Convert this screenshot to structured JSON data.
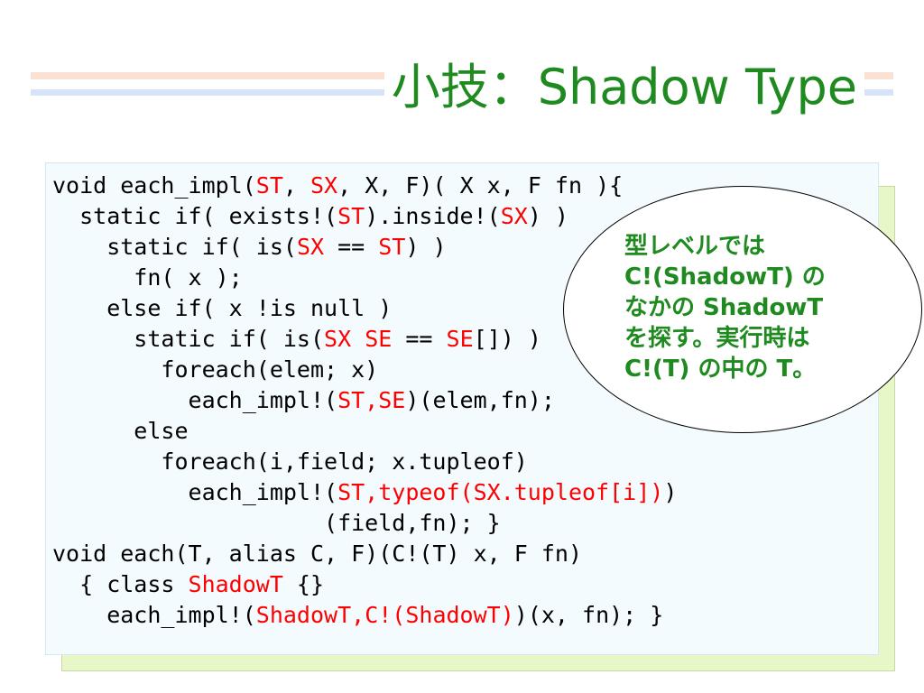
{
  "slide": {
    "title": "小技：Shadow Type",
    "code_lines": [
      [
        {
          "t": "void each_impl("
        },
        {
          "t": "ST",
          "hl": true
        },
        {
          "t": ", "
        },
        {
          "t": "SX",
          "hl": true
        },
        {
          "t": ", X, F)( X x, F fn ){"
        }
      ],
      [
        {
          "t": "  static if( exists!("
        },
        {
          "t": "ST",
          "hl": true
        },
        {
          "t": ").inside!("
        },
        {
          "t": "SX",
          "hl": true
        },
        {
          "t": ") )"
        }
      ],
      [
        {
          "t": "    static if( is("
        },
        {
          "t": "SX",
          "hl": true
        },
        {
          "t": " == "
        },
        {
          "t": "ST",
          "hl": true
        },
        {
          "t": ") )"
        }
      ],
      [
        {
          "t": "      fn( x );"
        }
      ],
      [
        {
          "t": "    else if( x !is null )"
        }
      ],
      [
        {
          "t": "      static if( is("
        },
        {
          "t": "SX",
          "hl": true
        },
        {
          "t": " "
        },
        {
          "t": "SE",
          "hl": true
        },
        {
          "t": " == "
        },
        {
          "t": "SE",
          "hl": true
        },
        {
          "t": "[]) )"
        }
      ],
      [
        {
          "t": "        foreach(elem; x)"
        }
      ],
      [
        {
          "t": "          each_impl!("
        },
        {
          "t": "ST,SE",
          "hl": true
        },
        {
          "t": ")(elem,fn);"
        }
      ],
      [
        {
          "t": "      else"
        }
      ],
      [
        {
          "t": "        foreach(i,field; x.tupleof)"
        }
      ],
      [
        {
          "t": "          each_impl!("
        },
        {
          "t": "ST,typeof(SX.tupleof[i])",
          "hl": true
        },
        {
          "t": ")"
        }
      ],
      [
        {
          "t": "                    (field,fn); }"
        }
      ],
      [
        {
          "t": "void each(T, alias C, F)(C!(T) x, F fn)"
        }
      ],
      [
        {
          "t": "  { class "
        },
        {
          "t": "ShadowT",
          "hl": true
        },
        {
          "t": " {}"
        }
      ],
      [
        {
          "t": "    each_impl!("
        },
        {
          "t": "ShadowT,C!(ShadowT)",
          "hl": true
        },
        {
          "t": ")(x, fn); }"
        }
      ]
    ],
    "callout": {
      "lines": [
        "型レベルでは",
        "C!(ShadowT) の",
        "なかの ShadowT",
        "を探す。実行時は",
        "C!(T) の中の T。"
      ]
    },
    "colors": {
      "title": "#1f8a1f",
      "highlight": "#ff0000",
      "code_bg": "#f3fbff",
      "shadow_bg": "#e8f7c8"
    }
  }
}
